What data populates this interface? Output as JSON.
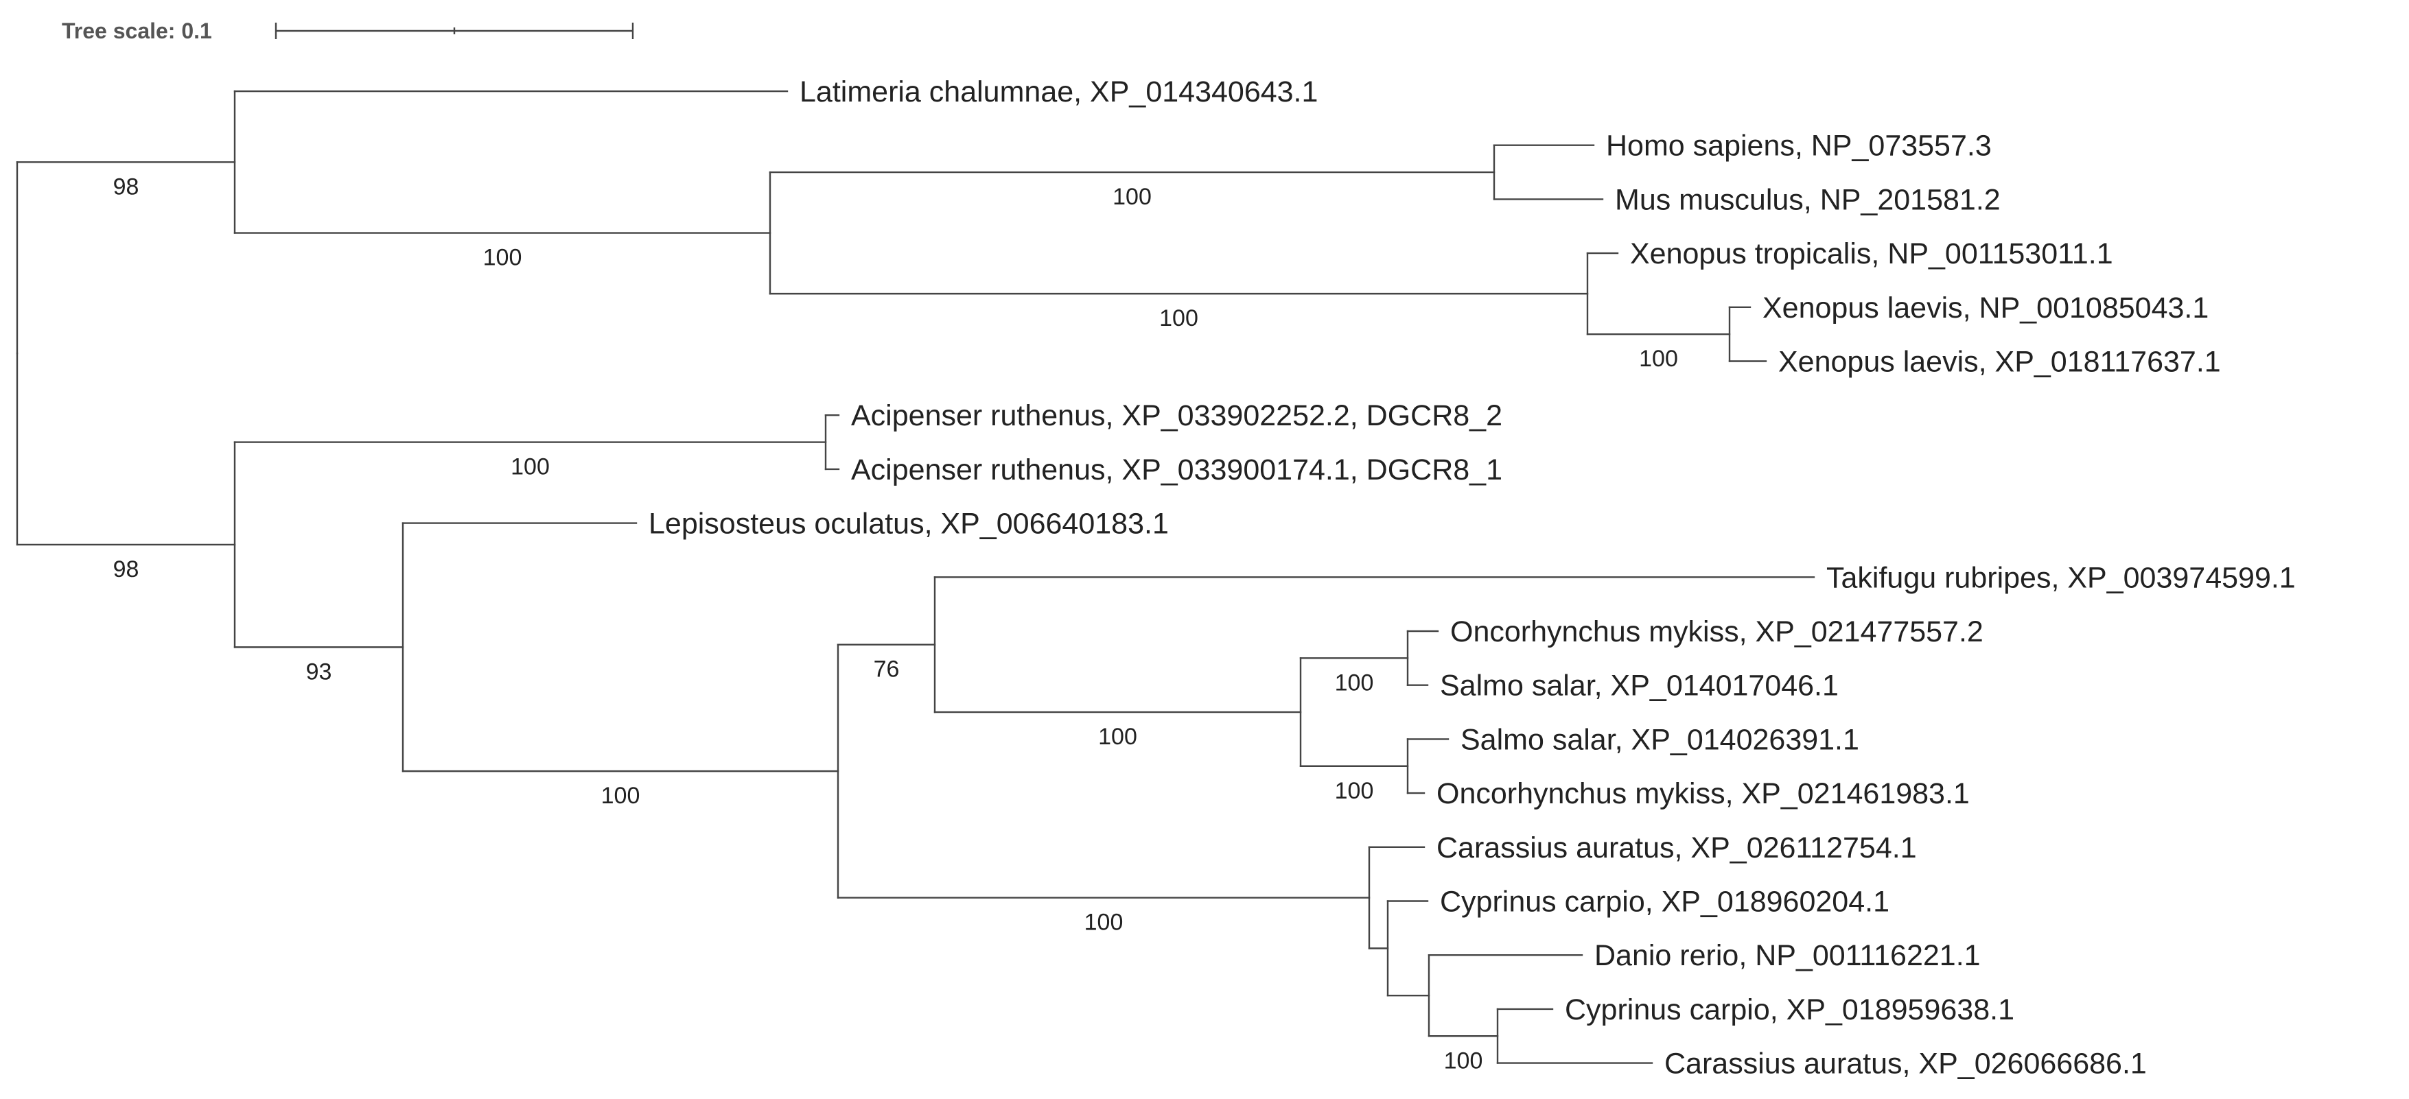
{
  "scale_bar": {
    "label": "Tree scale: 0.1"
  },
  "tree": {
    "children": [
      {
        "support": "98",
        "children": [
          {
            "name": "Latimeria chalumnae, XP_014340643.1"
          },
          {
            "support": "100",
            "children": [
              {
                "support": "100",
                "children": [
                  {
                    "name": "Homo sapiens, NP_073557.3"
                  },
                  {
                    "name": "Mus musculus, NP_201581.2"
                  }
                ]
              },
              {
                "support": "100",
                "children": [
                  {
                    "name": "Xenopus tropicalis, NP_001153011.1"
                  },
                  {
                    "support": "100",
                    "children": [
                      {
                        "name": "Xenopus laevis, NP_001085043.1"
                      },
                      {
                        "name": "Xenopus laevis, XP_018117637.1"
                      }
                    ]
                  }
                ]
              }
            ]
          }
        ]
      },
      {
        "support": "98",
        "children": [
          {
            "support": "100",
            "children": [
              {
                "name": "Acipenser ruthenus, XP_033902252.2, DGCR8_2"
              },
              {
                "name": "Acipenser ruthenus, XP_033900174.1, DGCR8_1"
              }
            ]
          },
          {
            "support": "93",
            "children": [
              {
                "name": "Lepisosteus oculatus, XP_006640183.1"
              },
              {
                "support": "100",
                "children": [
                  {
                    "support": "76",
                    "children": [
                      {
                        "name": "Takifugu rubripes, XP_003974599.1"
                      },
                      {
                        "support": "100",
                        "children": [
                          {
                            "support": "100",
                            "children": [
                              {
                                "name": "Oncorhynchus mykiss, XP_021477557.2"
                              },
                              {
                                "name": "Salmo salar, XP_014017046.1"
                              }
                            ]
                          },
                          {
                            "support": "100",
                            "children": [
                              {
                                "name": "Salmo salar, XP_014026391.1"
                              },
                              {
                                "name": "Oncorhynchus mykiss, XP_021461983.1"
                              }
                            ]
                          }
                        ]
                      }
                    ]
                  },
                  {
                    "support": "100",
                    "children": [
                      {
                        "name": "Carassius auratus, XP_026112754.1"
                      },
                      {
                        "children": [
                          {
                            "name": "Cyprinus carpio, XP_018960204.1"
                          },
                          {
                            "children": [
                              {
                                "name": "Danio rerio, NP_001116221.1"
                              },
                              {
                                "support": "100",
                                "children": [
                                  {
                                    "name": "Cyprinus carpio, XP_018959638.1"
                                  },
                                  {
                                    "name": "Carassius auratus, XP_026066686.1"
                                  }
                                ]
                              }
                            ]
                          }
                        ]
                      }
                    ]
                  }
                ]
              }
            ]
          }
        ]
      }
    ]
  }
}
